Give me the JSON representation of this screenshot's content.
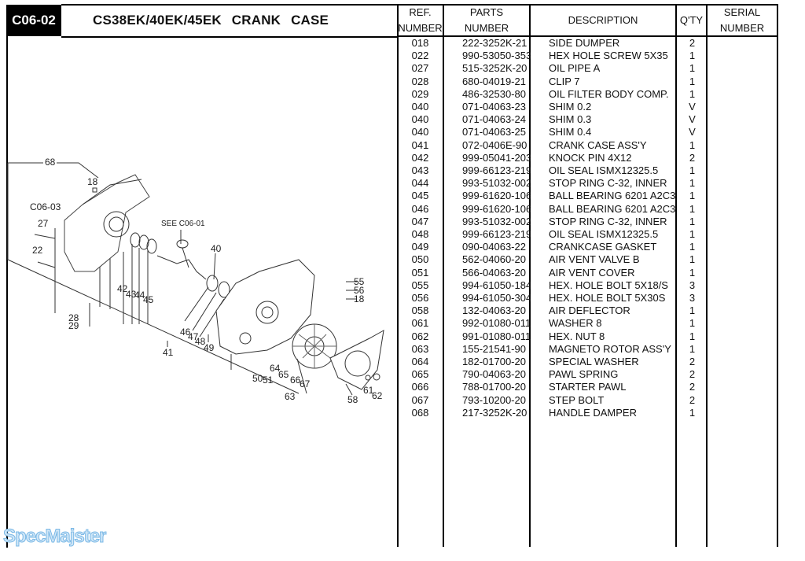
{
  "header": {
    "code": "C06-02",
    "title": "CS38EK/40EK/45EK   CRANK   CASE"
  },
  "table": {
    "columns": {
      "ref": [
        "REF.",
        "NUMBER"
      ],
      "parts": [
        "PARTS",
        "NUMBER"
      ],
      "description": "DESCRIPTION",
      "qty": "Q'TY",
      "serial": [
        "SERIAL",
        "NUMBER"
      ]
    },
    "rows": [
      {
        "ref": "018",
        "part": "222-3252K-21",
        "desc": "SIDE DUMPER",
        "qty": "2"
      },
      {
        "ref": "022",
        "part": "990-53050-353",
        "desc": "HEX HOLE SCREW 5X35",
        "qty": "1"
      },
      {
        "ref": "027",
        "part": "515-3252K-20",
        "desc": "OIL PIPE A",
        "qty": "1"
      },
      {
        "ref": "028",
        "part": "680-04019-21",
        "desc": "CLIP 7",
        "qty": "1"
      },
      {
        "ref": "029",
        "part": "486-32530-80",
        "desc": "OIL FILTER BODY COMP.",
        "qty": "1"
      },
      {
        "ref": "040",
        "part": "071-04063-23",
        "desc": "SHIM 0.2",
        "qty": "V"
      },
      {
        "ref": "040",
        "part": "071-04063-24",
        "desc": "SHIM 0.3",
        "qty": "V"
      },
      {
        "ref": "040",
        "part": "071-04063-25",
        "desc": "SHIM 0.4",
        "qty": "V"
      },
      {
        "ref": "041",
        "part": "072-0406E-90",
        "desc": "CRANK CASE ASS'Y",
        "qty": "1"
      },
      {
        "ref": "042",
        "part": "999-05041-203",
        "desc": "KNOCK PIN 4X12",
        "qty": "2"
      },
      {
        "ref": "043",
        "part": "999-66123-219",
        "desc": "OIL SEAL ISMX12325.5",
        "qty": "1"
      },
      {
        "ref": "044",
        "part": "993-51032-002",
        "desc": "STOP RING C-32, INNER",
        "qty": "1"
      },
      {
        "ref": "045",
        "part": "999-61620-106",
        "desc": "BALL BEARING 6201 A2C3,",
        "qty": "1"
      },
      {
        "ref": "046",
        "part": "999-61620-106",
        "desc": "BALL BEARING 6201 A2C3,",
        "qty": "1"
      },
      {
        "ref": "047",
        "part": "993-51032-002",
        "desc": "STOP RING C-32, INNER",
        "qty": "1"
      },
      {
        "ref": "048",
        "part": "999-66123-219",
        "desc": "OIL SEAL ISMX12325.5",
        "qty": "1"
      },
      {
        "ref": "049",
        "part": "090-04063-22",
        "desc": "CRANKCASE GASKET",
        "qty": "1"
      },
      {
        "ref": "050",
        "part": "562-04060-20",
        "desc": "AIR VENT VALVE B",
        "qty": "1"
      },
      {
        "ref": "051",
        "part": "566-04063-20",
        "desc": "AIR VENT COVER",
        "qty": "1"
      },
      {
        "ref": "055",
        "part": "994-61050-184",
        "desc": "HEX. HOLE BOLT 5X18/S",
        "qty": "3"
      },
      {
        "ref": "056",
        "part": "994-61050-304",
        "desc": "HEX. HOLE BOLT 5X30S",
        "qty": "3"
      },
      {
        "ref": "058",
        "part": "132-04063-20",
        "desc": "AIR DEFLECTOR",
        "qty": "1"
      },
      {
        "ref": "061",
        "part": "992-01080-011",
        "desc": "WASHER 8",
        "qty": "1"
      },
      {
        "ref": "062",
        "part": "991-01080-011",
        "desc": "HEX. NUT 8",
        "qty": "1"
      },
      {
        "ref": "063",
        "part": "155-21541-90",
        "desc": "MAGNETO ROTOR ASS'Y",
        "qty": "1"
      },
      {
        "ref": "064",
        "part": "182-01700-20",
        "desc": "SPECIAL WASHER",
        "qty": "2"
      },
      {
        "ref": "065",
        "part": "790-04063-20",
        "desc": "PAWL SPRING",
        "qty": "2"
      },
      {
        "ref": "066",
        "part": "788-01700-20",
        "desc": "STARTER PAWL",
        "qty": "2"
      },
      {
        "ref": "067",
        "part": "793-10200-20",
        "desc": "STEP BOLT",
        "qty": "2"
      },
      {
        "ref": "068",
        "part": "217-3252K-20",
        "desc": "HANDLE DAMPER",
        "qty": "1"
      }
    ]
  },
  "diagram": {
    "callouts": [
      "68",
      "18",
      "C06-03",
      "27",
      "22",
      "SEE C06-01",
      "40",
      "42",
      "43",
      "44",
      "45",
      "28",
      "29",
      "41",
      "46",
      "47",
      "48",
      "49",
      "55",
      "56",
      "18",
      "50",
      "51",
      "64",
      "65",
      "66",
      "67",
      "63",
      "58",
      "61",
      "62"
    ]
  },
  "watermark": "SpecMajster"
}
